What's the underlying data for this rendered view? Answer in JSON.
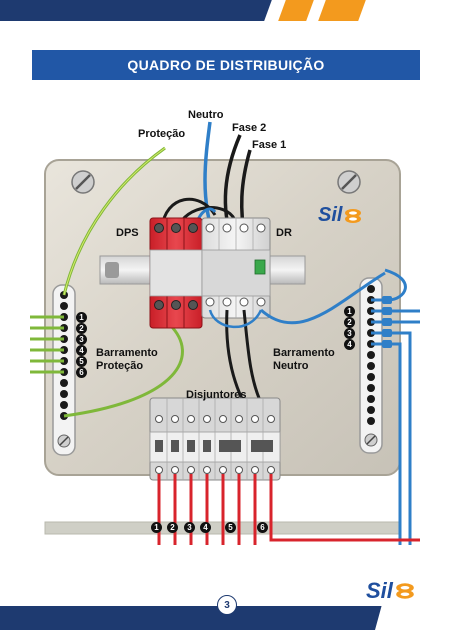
{
  "header": {
    "title": "QUADRO DE DISTRIBUIÇÃO"
  },
  "wires": {
    "neutro": "Neutro",
    "fase2": "Fase 2",
    "fase1": "Fase 1",
    "protecao": "Proteção"
  },
  "devices": {
    "dps": "DPS",
    "dr": "DR",
    "disjuntores": "Disjuntores"
  },
  "left_bar": {
    "line1": "Barramento",
    "line2": "Proteção",
    "numbers": [
      "1",
      "2",
      "3",
      "4",
      "5",
      "6"
    ]
  },
  "right_bar": {
    "line1": "Barramento",
    "line2": "Neutro",
    "numbers": [
      "1",
      "2",
      "3",
      "4"
    ]
  },
  "breaker_numbers": [
    "1",
    "2",
    "3",
    "4",
    "5",
    "6"
  ],
  "logo": {
    "text": "Sil",
    "panel_text": "Sil"
  },
  "page": {
    "number": "3"
  },
  "colors": {
    "brand_blue": "#2157a6",
    "accent_orange": "#f39a1e",
    "footer_navy": "#1e3a70",
    "phase_red": "#d8242c",
    "neutral_blue": "#2f7fc8",
    "ground_green": "#8cc63f"
  }
}
